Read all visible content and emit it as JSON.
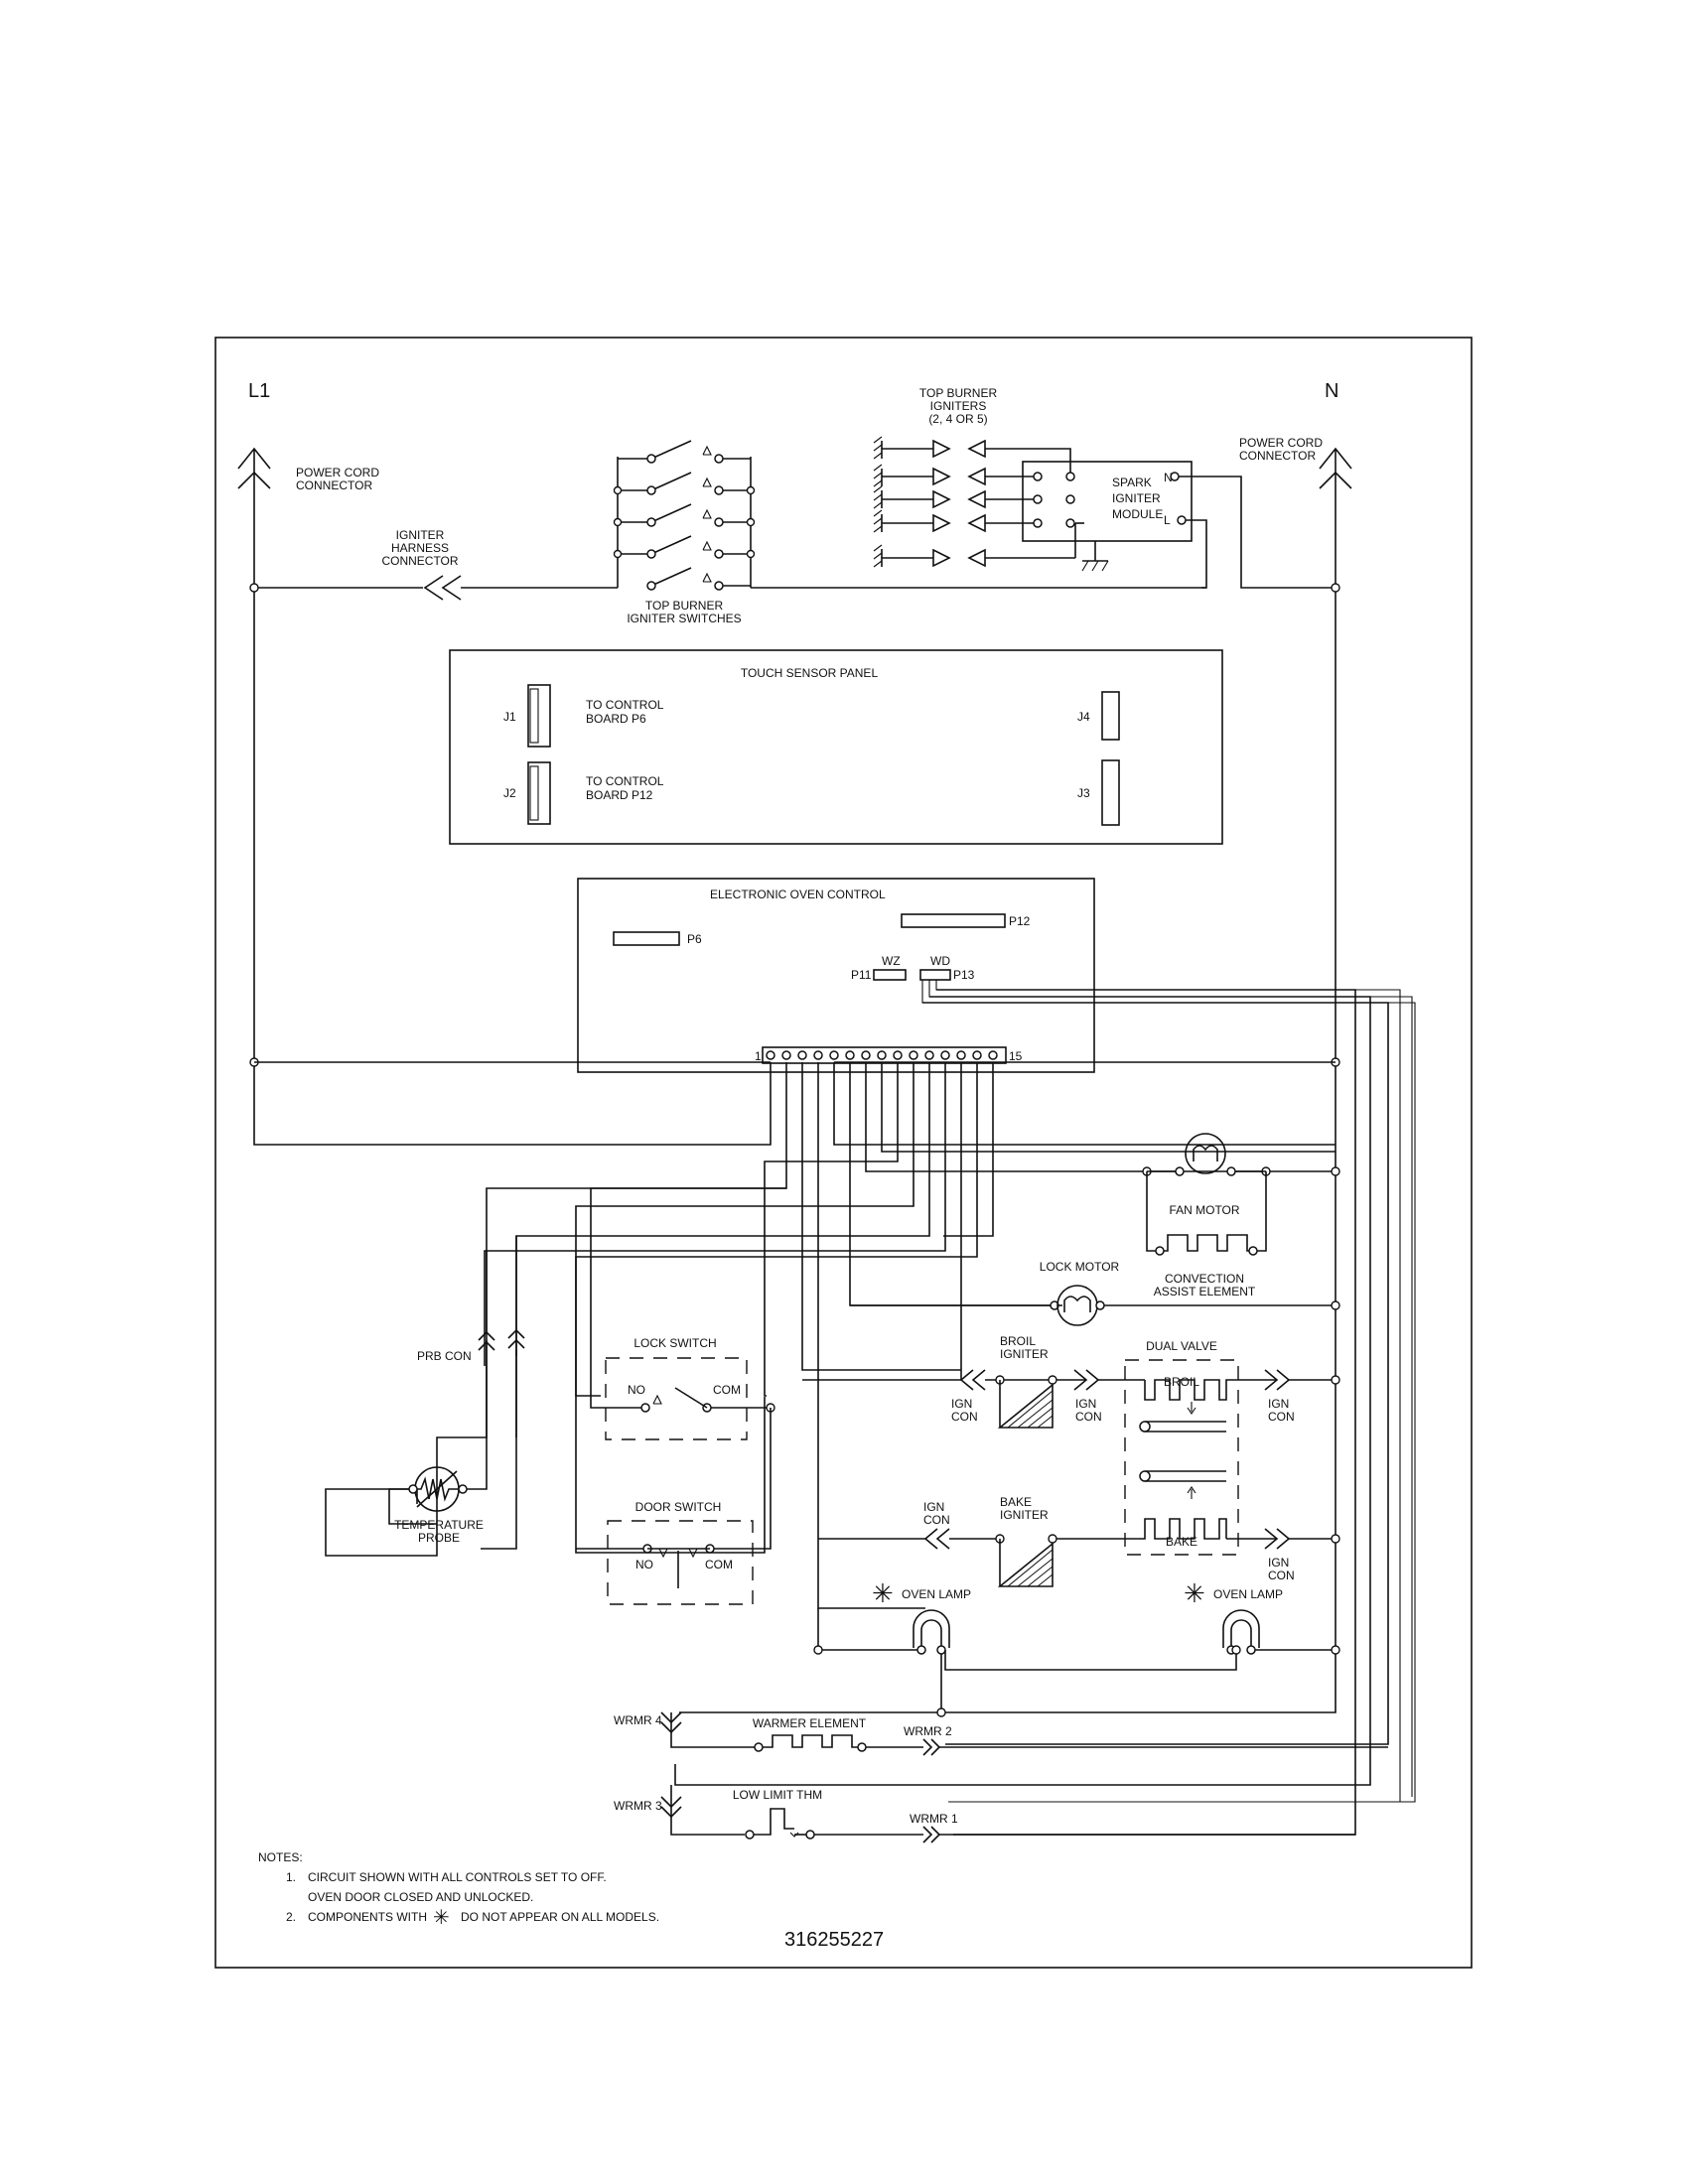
{
  "diagram": {
    "terminals": {
      "l1": "L1",
      "n": "N"
    },
    "power_cord_left": [
      "POWER CORD",
      "CONNECTOR"
    ],
    "power_cord_right": [
      "POWER CORD",
      "CONNECTOR"
    ],
    "igniter_harness": [
      "IGNITER",
      "HARNESS",
      "CONNECTOR"
    ],
    "top_burner_switches": [
      "TOP BURNER",
      "IGNITER SWITCHES"
    ],
    "top_burner_igniters": [
      "TOP BURNER",
      "IGNITERS",
      "(2, 4 OR 5)"
    ],
    "spark_module": {
      "lines": [
        "SPARK",
        "IGNITER",
        "MODULE"
      ],
      "n": "N",
      "l": "L"
    },
    "touch_panel": {
      "title": "TOUCH SENSOR PANEL",
      "j1": "J1",
      "j1_text": [
        "TO CONTROL",
        "BOARD P6"
      ],
      "j2": "J2",
      "j2_text": [
        "TO CONTROL",
        "BOARD P12"
      ],
      "j4": "J4",
      "j3": "J3"
    },
    "oven_control": {
      "title": "ELECTRONIC OVEN CONTROL",
      "p6": "P6",
      "p12": "P12",
      "p11": "P11",
      "p13": "P13",
      "wz": "WZ",
      "wd": "WD",
      "pin_first": "1",
      "pin_last": "15"
    },
    "fan_motor": "FAN MOTOR",
    "convection": [
      "CONVECTION",
      "ASSIST ELEMENT"
    ],
    "lock_motor": "LOCK MOTOR",
    "prb_con": "PRB CON",
    "temperature_probe": [
      "TEMPERATURE",
      "PROBE"
    ],
    "lock_switch": {
      "title": "LOCK SWITCH",
      "no": "NO",
      "com": "COM"
    },
    "door_switch": {
      "title": "DOOR SWITCH",
      "no": "NO",
      "com": "COM"
    },
    "broil_igniter": [
      "BROIL",
      "IGNITER"
    ],
    "bake_igniter": [
      "BAKE",
      "IGNITER"
    ],
    "ign_con": [
      "IGN",
      "CON"
    ],
    "dual_valve": {
      "title": "DUAL VALVE",
      "broil": "BROIL",
      "bake": "BAKE"
    },
    "oven_lamp_left": "OVEN LAMP",
    "oven_lamp_right": "OVEN LAMP",
    "asterisk": "✳",
    "warmer_element": "WARMER ELEMENT",
    "wrmr4": "WRMR 4",
    "wrmr2": "WRMR 2",
    "wrmr3": "WRMR 3",
    "wrmr1": "WRMR 1",
    "low_limit": "LOW LIMIT THM",
    "notes": {
      "heading": "NOTES:",
      "n1_num": "1.",
      "n1_line1": "CIRCUIT SHOWN WITH ALL CONTROLS SET TO OFF.",
      "n1_line2": "OVEN DOOR CLOSED AND UNLOCKED.",
      "n2_num": "2.",
      "n2_pre": "COMPONENTS WITH",
      "n2_star": "✳",
      "n2_post": "DO NOT APPEAR ON ALL MODELS."
    },
    "part_number": "316255227"
  }
}
